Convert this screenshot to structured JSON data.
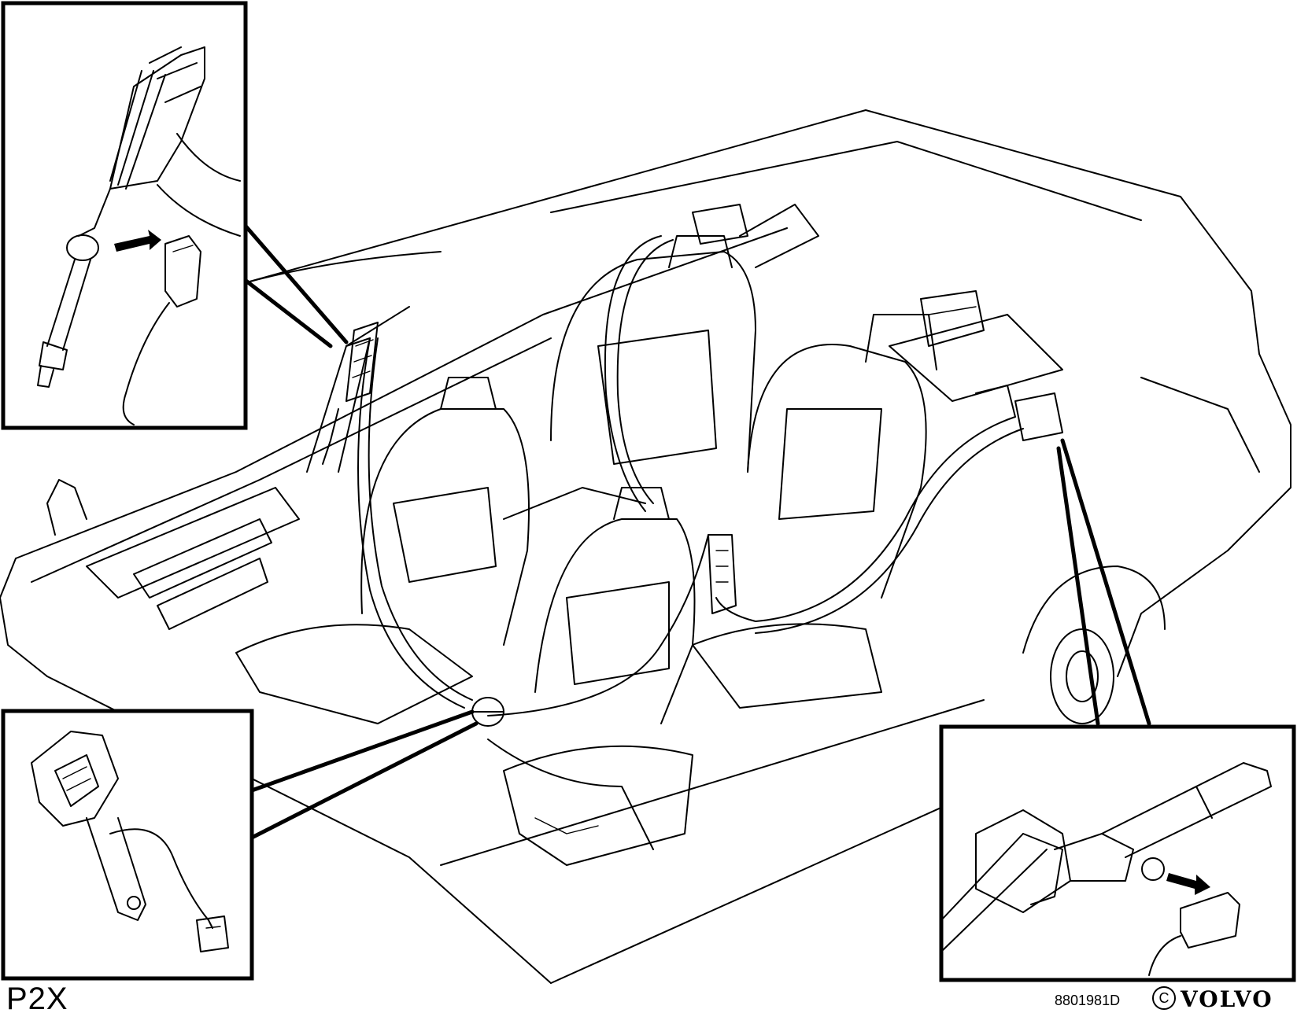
{
  "labels": {
    "model": "P2X",
    "figure_code": "8801981D",
    "copyright_symbol": "C",
    "brand": "VOLVO"
  },
  "callouts": [
    {
      "name": "belt-retractor-upper-left"
    },
    {
      "name": "buckle-lower-left"
    },
    {
      "name": "pretensioner-lower-right"
    }
  ]
}
